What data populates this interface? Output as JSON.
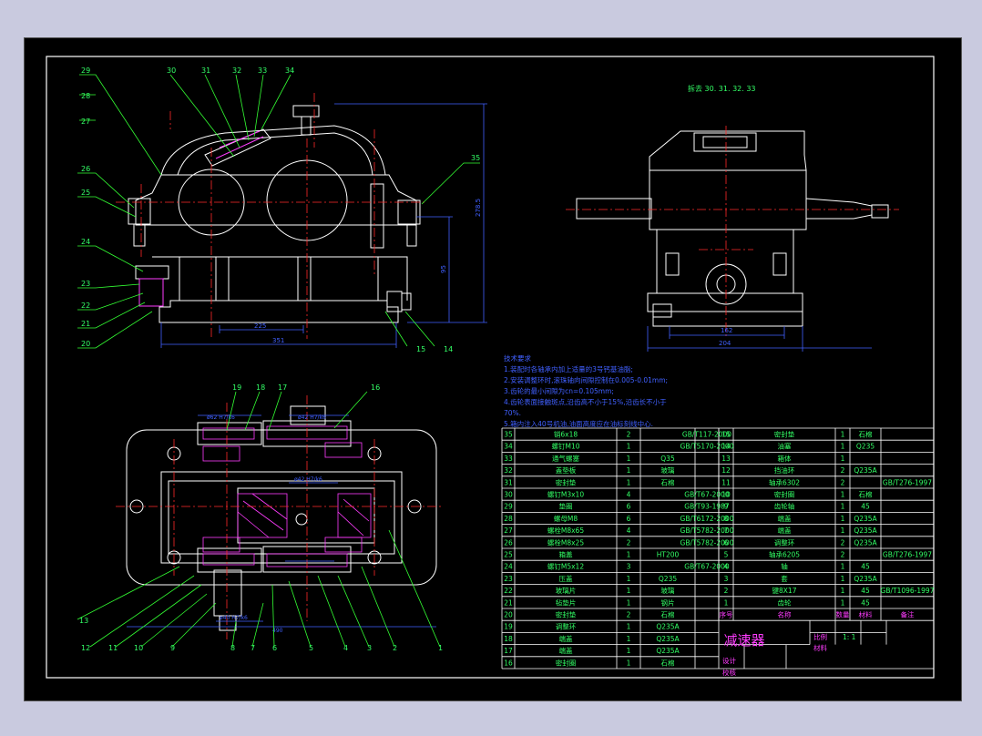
{
  "colors": {
    "background": "#000000",
    "border": "#ffffff",
    "outline": "#ffffff",
    "center": "#ff2a2a",
    "dim": "#4060ff",
    "leader": "#33ff33",
    "hatch": "#ff3cff",
    "text": "#33ff66",
    "highlight": "#ffff66"
  },
  "front_view": {
    "callouts_left": [
      "29",
      "28",
      "27",
      "26",
      "25",
      "24",
      "23",
      "22",
      "21",
      "20"
    ],
    "callouts_top": [
      "30",
      "31",
      "32",
      "33",
      "34"
    ],
    "callout_right": "35",
    "callouts_bottom": [
      "15",
      "14"
    ],
    "dims": {
      "base_inner": "225",
      "base_overall": "351",
      "height_total": "278.5",
      "center_height": "95"
    }
  },
  "side_view": {
    "caption": "拆去 30. 31. 32. 33",
    "dims": {
      "inner": "162",
      "overall": "204"
    }
  },
  "top_view": {
    "callouts_top": [
      "19",
      "18",
      "17",
      "16"
    ],
    "callouts_bottom": [
      "13",
      "12",
      "11",
      "10",
      "9",
      "8",
      "7",
      "6",
      "5",
      "4",
      "3",
      "2",
      "1"
    ],
    "dims": {
      "top_left": "ø62 H7/k6",
      "top_right": "ø42 H7/k6",
      "mid": "ø42 H7/k6",
      "bottom": "ø40 H7/k6",
      "overall": "490"
    }
  },
  "tech_requirements": {
    "title": "技术要求",
    "items": [
      "1.装配时各轴承内加上适量的3号钙基油脂;",
      "2.安装调整环时,滚珠轴向间隙控制在0.005-0.01mm;",
      "3.齿轮的最小间隙为cn=0.105mm;",
      "4.齿轮表面接触斑点,沿齿高不小于15%,沿齿长不小于",
      "  70%.",
      "5.箱内注入40号机油,油面高度应在油标刻线中心."
    ]
  },
  "bom_left": [
    [
      "35",
      "销6x18",
      "2",
      "",
      "GB/T117-2000"
    ],
    [
      "34",
      "螺钉M10",
      "1",
      "",
      "GB/T5170-2000"
    ],
    [
      "33",
      "通气螺塞",
      "1",
      "Q35",
      ""
    ],
    [
      "32",
      "盖垫板",
      "1",
      "玻璃",
      ""
    ],
    [
      "31",
      "密封垫",
      "1",
      "石棉",
      ""
    ],
    [
      "30",
      "螺钉M3x10",
      "4",
      "",
      "GB/T67-2000"
    ],
    [
      "29",
      "垫圈",
      "6",
      "",
      "GB/T93-1987"
    ],
    [
      "28",
      "螺母M8",
      "6",
      "",
      "GB/T6172-2000"
    ],
    [
      "27",
      "螺栓M8x65",
      "4",
      "",
      "GB/T5782-2000"
    ],
    [
      "26",
      "螺栓M8x25",
      "2",
      "",
      "GB/T5782-2000"
    ],
    [
      "25",
      "箱盖",
      "1",
      "HT200",
      ""
    ],
    [
      "24",
      "螺钉M5x12",
      "3",
      "",
      "GB/T67-2000"
    ],
    [
      "23",
      "压盖",
      "1",
      "Q235",
      ""
    ],
    [
      "22",
      "玻璃片",
      "1",
      "玻璃",
      ""
    ],
    [
      "21",
      "毡垫片",
      "1",
      "钢片",
      ""
    ],
    [
      "20",
      "密封垫",
      "2",
      "石棉",
      ""
    ],
    [
      "19",
      "调整环",
      "1",
      "Q235A",
      ""
    ],
    [
      "18",
      "端盖",
      "1",
      "Q235A",
      ""
    ],
    [
      "17",
      "端盖",
      "1",
      "Q235A",
      ""
    ],
    [
      "16",
      "密封圈",
      "1",
      "石棉",
      ""
    ]
  ],
  "bom_right": [
    [
      "15",
      "密封垫",
      "1",
      "石棉",
      ""
    ],
    [
      "14",
      "油塞",
      "1",
      "Q235",
      ""
    ],
    [
      "13",
      "箱体",
      "1",
      "",
      ""
    ],
    [
      "12",
      "挡油环",
      "2",
      "Q235A",
      ""
    ],
    [
      "11",
      "轴承6302",
      "2",
      "",
      "GB/T276-1997"
    ],
    [
      "10",
      "密封圈",
      "1",
      "石棉",
      ""
    ],
    [
      "9",
      "齿轮轴",
      "1",
      "45",
      ""
    ],
    [
      "8",
      "端盖",
      "1",
      "Q235A",
      ""
    ],
    [
      "7",
      "端盖",
      "1",
      "Q235A",
      ""
    ],
    [
      "6",
      "调整环",
      "2",
      "Q235A",
      ""
    ],
    [
      "5",
      "轴承6205",
      "2",
      "",
      "GB/T276-1997"
    ],
    [
      "4",
      "轴",
      "1",
      "45",
      ""
    ],
    [
      "3",
      "套",
      "1",
      "Q235A",
      ""
    ],
    [
      "2",
      "键8X17",
      "1",
      "45",
      "GB/T1096-1997"
    ],
    [
      "1",
      "齿轮",
      "1",
      "45",
      ""
    ]
  ],
  "bom_header": [
    "序号",
    "名称",
    "数量",
    "材料",
    "备注"
  ],
  "title_block": {
    "name": "减速器",
    "scale_label": "比例",
    "scale": "1: 1",
    "material_label": "材料",
    "design_label": "设计",
    "check_label": "校核"
  }
}
